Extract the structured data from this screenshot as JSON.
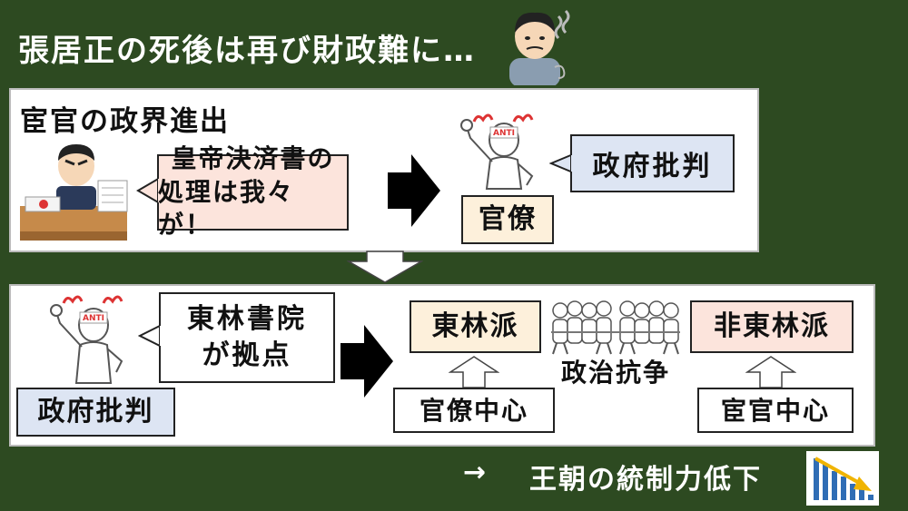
{
  "title": "張居正の死後は再び財政難に…",
  "top_panel": {
    "heading": "宦官の政界進出",
    "speech_line1": "皇帝決済書の",
    "speech_line2": "処理は我々が！",
    "critique": "政府批判",
    "officials": "官僚",
    "anti_label": "ANTI"
  },
  "bottom_panel": {
    "anti_label": "ANTI",
    "base_line1": "東林書院",
    "base_line2": "が拠点",
    "critique": "政府批判",
    "donglin": "東林派",
    "non_donglin": "非東林派",
    "struggle": "政治抗争",
    "bureaucrat_center": "官僚中心",
    "eunuch_center": "宦官中心"
  },
  "conclusion": {
    "arrow": "→",
    "text": "王朝の統制力低下"
  },
  "colors": {
    "background": "#2d4a21",
    "pink": "#fce4dc",
    "blue": "#dde5f3",
    "peach": "#fdf0db"
  }
}
